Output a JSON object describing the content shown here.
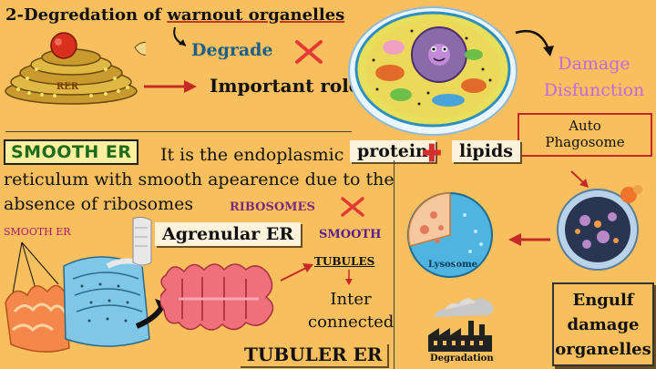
{
  "header": {
    "title_prefix": "2-Degredation of ",
    "title_underlined": "warnout organelles"
  },
  "top": {
    "degrade": "Degrade",
    "important_role": "Important role",
    "rer_label": "RER",
    "damage_line1": "Damage",
    "damage_line2": "Disfunction",
    "auto_line1": "Auto",
    "auto_line2": "Phagosome"
  },
  "middle": {
    "smooth_er_badge": "SMOOTH ER",
    "definition": "It is the endoplasmic reticulum with smooth apearence due to the absence of ribosomes",
    "protein": "protein",
    "lipids": "lipids"
  },
  "bottom_left": {
    "smooth_er_label": "SMOOTH ER",
    "ribosomes": "RIBOSOMES",
    "smooth": "SMOOTH",
    "agranular": "Agrenular ER",
    "tubules": "TUBULES",
    "inter_line1": "Inter",
    "inter_line2": "connected",
    "tubuler_er": "TUBULER ER"
  },
  "bottom_right": {
    "lysosome": "Lysosome",
    "degradation": "Degradation",
    "engulf_line1": "Engulf",
    "engulf_line2": "damage",
    "engulf_line3": "organelles"
  },
  "colors": {
    "background": "#f8bf5f",
    "cross": "#e53935",
    "arrow": "#c62828",
    "smooth_green": "#1e6b1e",
    "damage_purple": "#c06adf",
    "degrade_blue": "#1d5f86"
  },
  "icons": [
    "rer-illustration",
    "cell-illustration",
    "autophagosome-illustration",
    "lysosome-illustration",
    "factory-icon",
    "smooth-er-illustration",
    "tubular-er-illustration",
    "cross-icon",
    "arrow-icon",
    "plus-icon"
  ]
}
